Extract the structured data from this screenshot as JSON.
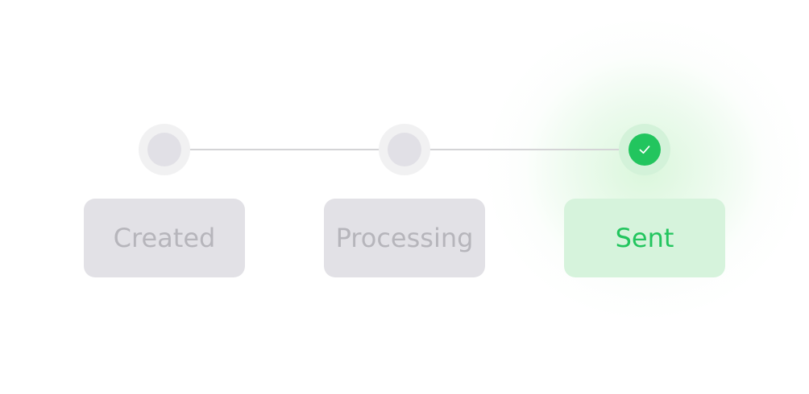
{
  "steps": [
    {
      "label": "Created",
      "state": "pending"
    },
    {
      "label": "Processing",
      "state": "pending"
    },
    {
      "label": "Sent",
      "state": "complete",
      "icon": "check-icon"
    }
  ],
  "colors": {
    "pending_bg": "#e2e1e6",
    "pending_text": "#b6b5bb",
    "complete_bg": "#d6f3dc",
    "complete_accent": "#22c55e",
    "connector": "#d4d4d6"
  }
}
